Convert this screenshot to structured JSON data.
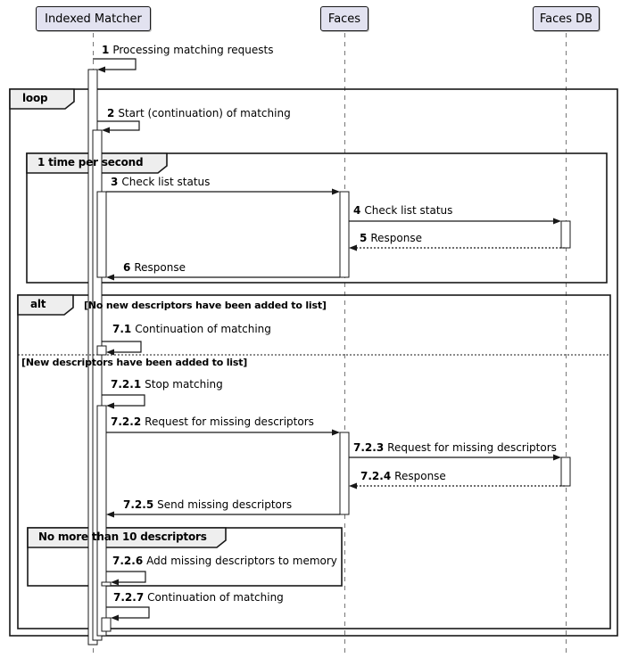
{
  "diagram_type": "uml-sequence-diagram",
  "participants": [
    {
      "name": "Indexed Matcher"
    },
    {
      "name": "Faces"
    },
    {
      "name": "Faces DB"
    }
  ],
  "frames": {
    "loop": {
      "label": "loop"
    },
    "timer": {
      "label": "1 time per second"
    },
    "alt": {
      "label": "alt",
      "guard_top": "[No new descriptors have been added to list]",
      "guard_else": "[New descriptors have been added to list]"
    },
    "limit": {
      "label": "No more than 10 descriptors"
    }
  },
  "messages": [
    {
      "num": "1",
      "text": "Processing matching requests",
      "from": "Indexed Matcher",
      "to": "Indexed Matcher",
      "kind": "self"
    },
    {
      "num": "2",
      "text": "Start (continuation) of matching",
      "from": "Indexed Matcher",
      "to": "Indexed Matcher",
      "kind": "self"
    },
    {
      "num": "3",
      "text": "Check list status",
      "from": "Indexed Matcher",
      "to": "Faces",
      "kind": "solid"
    },
    {
      "num": "4",
      "text": "Check list status",
      "from": "Faces",
      "to": "Faces DB",
      "kind": "solid"
    },
    {
      "num": "5",
      "text": "Response",
      "from": "Faces DB",
      "to": "Faces",
      "kind": "dashed-return"
    },
    {
      "num": "6",
      "text": "Response",
      "from": "Faces",
      "to": "Indexed Matcher",
      "kind": "solid-return"
    },
    {
      "num": "7.1",
      "text": "Continuation of matching",
      "from": "Indexed Matcher",
      "to": "Indexed Matcher",
      "kind": "self"
    },
    {
      "num": "7.2.1",
      "text": "Stop matching",
      "from": "Indexed Matcher",
      "to": "Indexed Matcher",
      "kind": "self"
    },
    {
      "num": "7.2.2",
      "text": "Request for missing descriptors",
      "from": "Indexed Matcher",
      "to": "Faces",
      "kind": "solid"
    },
    {
      "num": "7.2.3",
      "text": "Request for missing descriptors",
      "from": "Faces",
      "to": "Faces DB",
      "kind": "solid"
    },
    {
      "num": "7.2.4",
      "text": "Response",
      "from": "Faces DB",
      "to": "Faces",
      "kind": "dashed-return"
    },
    {
      "num": "7.2.5",
      "text": "Send missing descriptors",
      "from": "Faces",
      "to": "Indexed Matcher",
      "kind": "solid-return"
    },
    {
      "num": "7.2.6",
      "text": "Add missing descriptors to memory",
      "from": "Indexed Matcher",
      "to": "Indexed Matcher",
      "kind": "self"
    },
    {
      "num": "7.2.7",
      "text": "Continuation of matching",
      "from": "Indexed Matcher",
      "to": "Indexed Matcher",
      "kind": "self"
    }
  ],
  "colors": {
    "background": "#FFFFFF",
    "participant_fill": "#E2E2F0",
    "participant_border": "#181818",
    "frame_border": "#181818",
    "frame_label_fill": "#EEEEEE",
    "message_line": "#181818",
    "lifeline": "#777777",
    "activation_fill": "#FFFFFF"
  }
}
